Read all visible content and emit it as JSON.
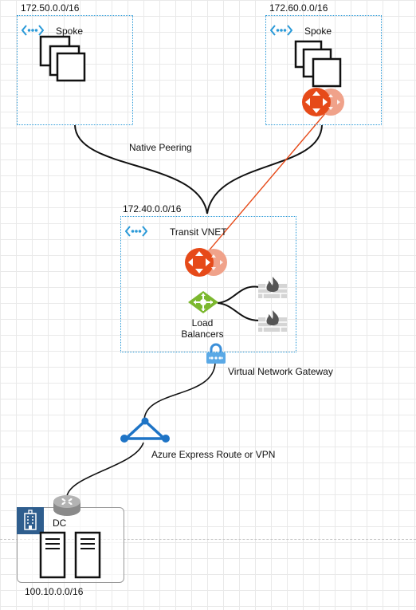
{
  "spoke_left": {
    "cidr": "172.50.0.0/16",
    "title": "Spoke"
  },
  "spoke_right": {
    "cidr": "172.60.0.0/16",
    "title": "Spoke"
  },
  "peering_label": "Native Peering",
  "transit": {
    "cidr": "172.40.0.0/16",
    "title": "Transit VNET",
    "lb_label_line1": "Load",
    "lb_label_line2": "Balancers"
  },
  "gateway_label": "Virtual Network Gateway",
  "expressroute_label": "Azure Express Route or VPN",
  "dc": {
    "label": "DC",
    "cidr": "100.10.0.0/16"
  },
  "colors": {
    "vnet_border": "#2b9ad8",
    "router": "#e64a19",
    "router_light": "#f0a28a",
    "lb": "#7cb82f",
    "peering_line": "#111111",
    "route_line": "#e64a19"
  }
}
